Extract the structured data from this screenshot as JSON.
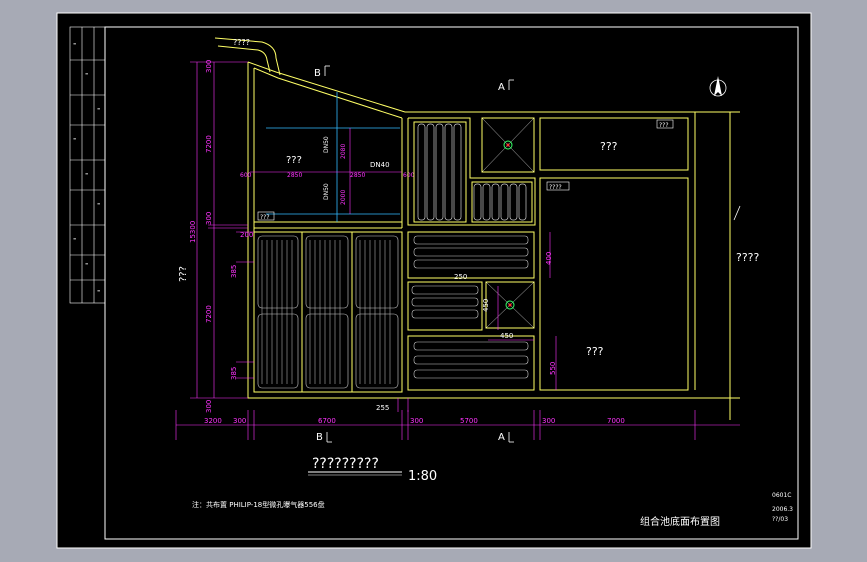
{
  "colors": {
    "background": "#a7aab5",
    "sheet": "#000000",
    "frame": "#ffffff",
    "wall": "#ffff66",
    "dimension": "#ff33ff",
    "pipe": "#33bbff",
    "diffuser": "#cccccc",
    "label": "#ffffff"
  },
  "labels": {
    "inlet": "????",
    "section_b_top": "B",
    "section_a_top": "A",
    "section_b_bottom": "B",
    "section_a_bottom": "A",
    "room_upper_left": "???",
    "room_upper_right": "???",
    "room_lower_right": "???",
    "outside_right": "????",
    "outside_left": "???",
    "tag_left": "???",
    "tag_upper_right": "???",
    "tag_middle_right": "????",
    "pipe_dn50_a": "DN50",
    "pipe_dn50_b": "DN50",
    "pipe_dn40": "DN40",
    "plan_title": "?????????",
    "scale": "1:80",
    "note": "注：共布置 PHILIP-18型微孔曝气器556盘",
    "drawing_title": "组合池底面布置图",
    "code_line_1": "0601C",
    "code_line_2": "2006.3",
    "code_line_3": "??/03"
  },
  "dimensions": {
    "left_total": "15300",
    "left_upper": "7200",
    "left_mid": "300",
    "left_lower": "7200",
    "left_top": "300",
    "left_bottom": "300",
    "d_2080": "2080",
    "d_2000": "2000",
    "d_600": "600",
    "d_2850a": "2850",
    "d_2850b": "2850",
    "d_600b": "600",
    "d_385a": "385",
    "d_385b": "385",
    "d_400": "400",
    "d_450a": "450",
    "d_450b": "450",
    "d_550": "550",
    "d_255": "255",
    "d_250": "250",
    "d_200": "200",
    "bottom_3200": "3200",
    "bottom_300a": "300",
    "bottom_6700": "6700",
    "bottom_300b": "300",
    "bottom_5700": "5700",
    "bottom_300c": "300",
    "bottom_7000": "7000"
  }
}
